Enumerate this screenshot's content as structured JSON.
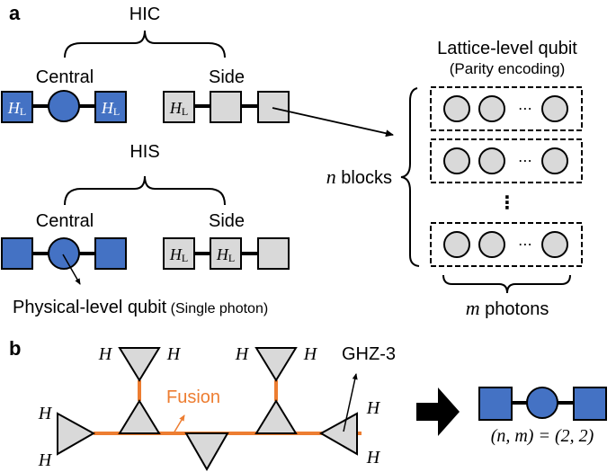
{
  "colors": {
    "blue": "#4472c4",
    "gray": "#d9d9d9",
    "orange": "#ed7d31",
    "black": "#000000"
  },
  "panel_a": {
    "label": "a",
    "hic": {
      "title": "HIC",
      "central_label": "Central",
      "side_label": "Side",
      "central_nodes": [
        "H_L",
        "",
        "H_L"
      ],
      "side_nodes": [
        "H_L",
        "",
        ""
      ]
    },
    "his": {
      "title": "HIS",
      "central_label": "Central",
      "side_label": "Side",
      "central_nodes": [
        "",
        "",
        ""
      ],
      "side_nodes": [
        "H_L",
        "H_L",
        ""
      ]
    },
    "hl_main": "H",
    "hl_sub": "L",
    "physical_qubit_label": "Physical-level qubit",
    "physical_qubit_note": "(Single photon)",
    "lattice_title": "Lattice-level qubit",
    "lattice_subtitle": "(Parity encoding)",
    "n_var": "n",
    "n_blocks_label": "blocks",
    "m_var": "m",
    "m_photons_label": "photons",
    "ellipsis": "⋯",
    "vertical_ellipsis": "⋮"
  },
  "panel_b": {
    "label": "b",
    "fusion_label": "Fusion",
    "ghz_label": "GHZ-3",
    "h_label": "H",
    "result_label": "(n, m) = (2, 2)"
  }
}
